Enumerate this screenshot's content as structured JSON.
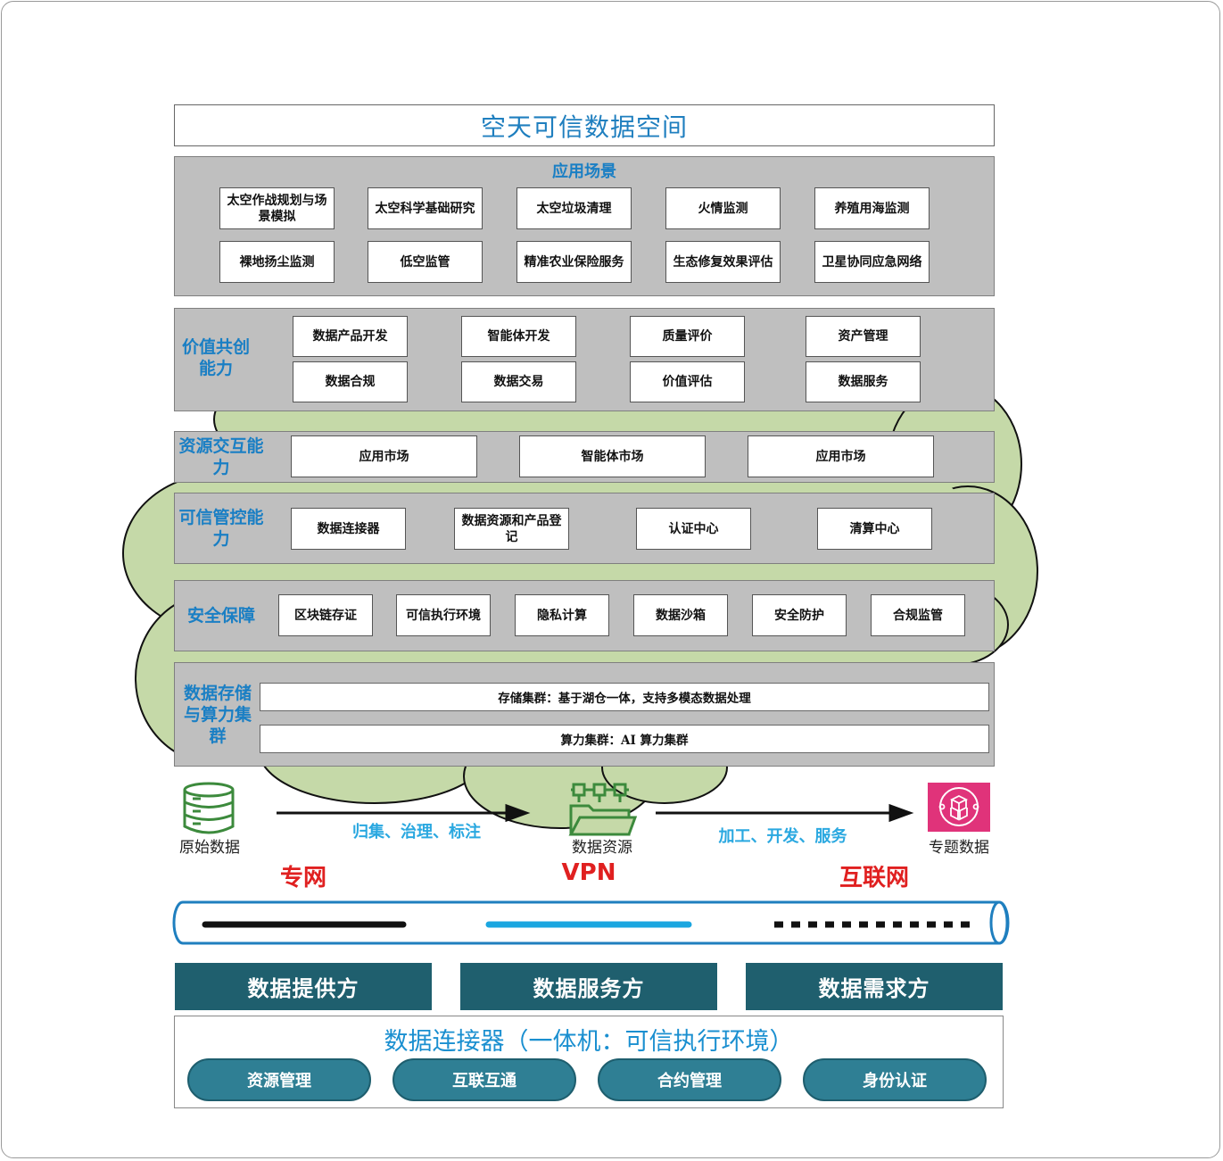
{
  "title": "空天可信数据空间",
  "application": {
    "label": "应用场景",
    "items": [
      "太空作战规划与场景模拟",
      "太空科学基础研究",
      "太空垃圾清理",
      "火情监测",
      "养殖用海监测",
      "裸地扬尘监测",
      "低空监管",
      "精准农业保险服务",
      "生态修复效果评估",
      "卫星协同应急网络"
    ]
  },
  "value": {
    "label": "价值共创能力",
    "items": [
      "数据产品开发",
      "智能体开发",
      "质量评价",
      "资产管理",
      "数据合规",
      "数据交易",
      "价值评估",
      "数据服务"
    ]
  },
  "resource": {
    "label": "资源交互能力",
    "items": [
      "应用市场",
      "智能体市场",
      "应用市场"
    ]
  },
  "trust": {
    "label": "可信管控能力",
    "items": [
      "数据连接器",
      "数据资源和产品登记",
      "认证中心",
      "清算中心"
    ]
  },
  "security": {
    "label": "安全保障",
    "items": [
      "区块链存证",
      "可信执行环境",
      "隐私计算",
      "数据沙箱",
      "安全防护",
      "合规监管"
    ]
  },
  "storage": {
    "label": "数据存储与算力集群",
    "items": [
      "存储集群：基于湖仓一体，支持多模态数据处理",
      "算力集群：AI 算力集群"
    ]
  },
  "flow": {
    "source": "原始数据",
    "action1": "归集、治理、标注",
    "middle": "数据资源",
    "action2": "加工、开发、服务",
    "target": "专题数据"
  },
  "networks": [
    "专网",
    "VPN",
    "互联网"
  ],
  "roles": [
    "数据提供方",
    "数据服务方",
    "数据需求方"
  ],
  "connector": {
    "title": "数据连接器（一体机：可信执行环境）",
    "items": [
      "资源管理",
      "互联互通",
      "合约管理",
      "身份认证"
    ]
  },
  "colors": {
    "cloud_fill": "#c5d9a8",
    "layer_gray": "#bfbfbf",
    "label_blue": "#1a7fc4",
    "net_red": "#e02020",
    "role_teal": "#1f5f6e",
    "pill_teal": "#2f7f94",
    "pipe_blue": "#1aa6e0"
  },
  "icons": [
    "database-icon",
    "folder-chip-icon",
    "cube-network-icon",
    "arrow-right-icon"
  ]
}
